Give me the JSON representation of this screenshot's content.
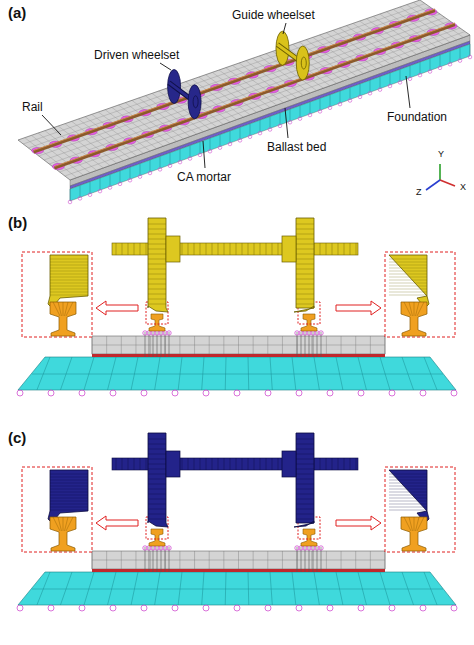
{
  "diagram": {
    "labels": [
      "(a)",
      "Guide wheelset",
      "Driven wheelset",
      "Rail",
      "Ballast bed",
      "Foundation",
      "CA mortar",
      "Y",
      "Z",
      "X",
      "(b)",
      "(c)"
    ]
  }
}
